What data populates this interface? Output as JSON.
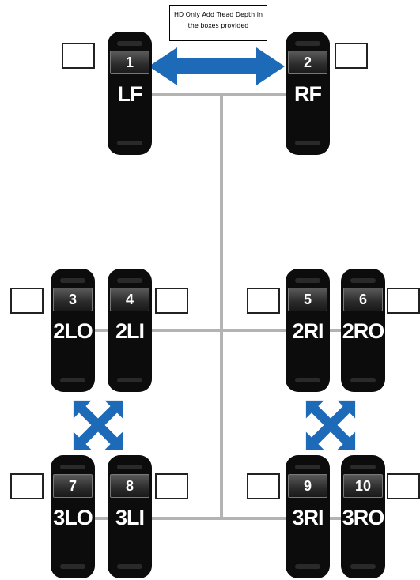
{
  "note": {
    "text": "HD Only Add Tread Depth in the boxes provided"
  },
  "colors": {
    "arrow": "#1d6ab8",
    "axle": "#b3b3b3",
    "tire": "#0c0c0c"
  },
  "tires": [
    {
      "number": "1",
      "label": "LF"
    },
    {
      "number": "2",
      "label": "RF"
    },
    {
      "number": "3",
      "label": "2LO"
    },
    {
      "number": "4",
      "label": "2LI"
    },
    {
      "number": "5",
      "label": "2RI"
    },
    {
      "number": "6",
      "label": "2RO"
    },
    {
      "number": "7",
      "label": "3LO"
    },
    {
      "number": "8",
      "label": "3LI"
    },
    {
      "number": "9",
      "label": "3RI"
    },
    {
      "number": "10",
      "label": "3RO"
    }
  ],
  "icons": [
    "double-arrow-icon",
    "cross-arrows-icon"
  ]
}
